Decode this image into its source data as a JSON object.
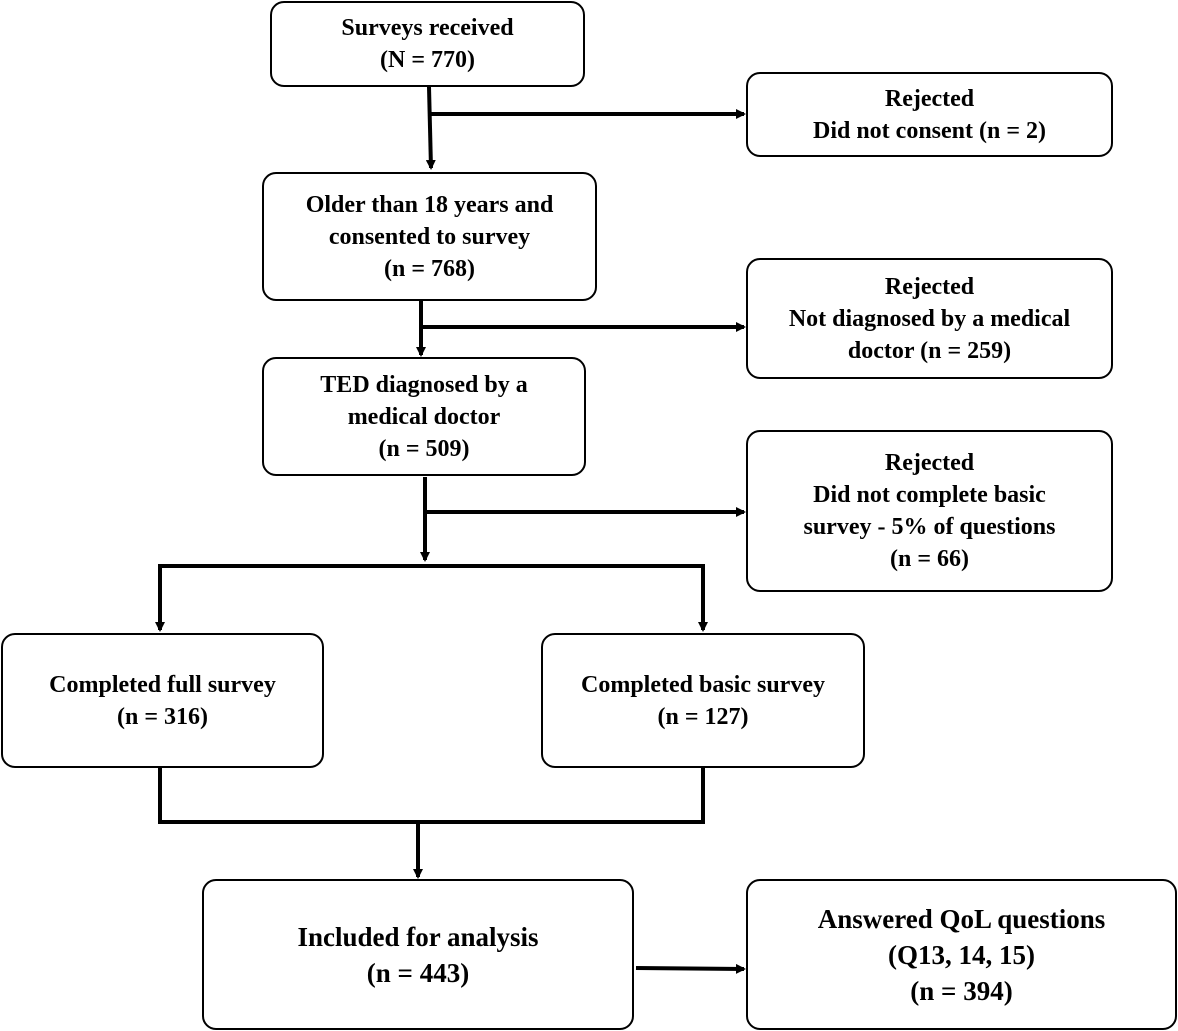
{
  "nodes": {
    "surveys_received": [
      "Surveys received",
      "(N = 770)"
    ],
    "rejected_consent": [
      "Rejected",
      "Did not consent  (n = 2)"
    ],
    "older_than_18": [
      "Older than 18 years and",
      "consented to survey",
      "(n = 768)"
    ],
    "rejected_not_diagnosed": [
      "Rejected",
      "Not diagnosed by a medical",
      "doctor (n = 259)"
    ],
    "ted_diagnosed": [
      "TED diagnosed by a",
      "medical doctor",
      "(n = 509)"
    ],
    "rejected_incomplete": [
      "Rejected",
      "Did not complete basic",
      "survey - 5% of questions",
      "(n = 66)"
    ],
    "completed_full": [
      "Completed full survey",
      "(n = 316)"
    ],
    "completed_basic": [
      "Completed basic survey",
      "(n = 127)"
    ],
    "included_analysis": [
      "Included for analysis",
      "(n = 443)"
    ],
    "answered_qol": [
      "Answered QoL questions",
      "(Q13, 14, 15)",
      "(n = 394)"
    ]
  },
  "colors": {
    "line": "#000000",
    "box_border": "#000000",
    "background": "#ffffff"
  }
}
